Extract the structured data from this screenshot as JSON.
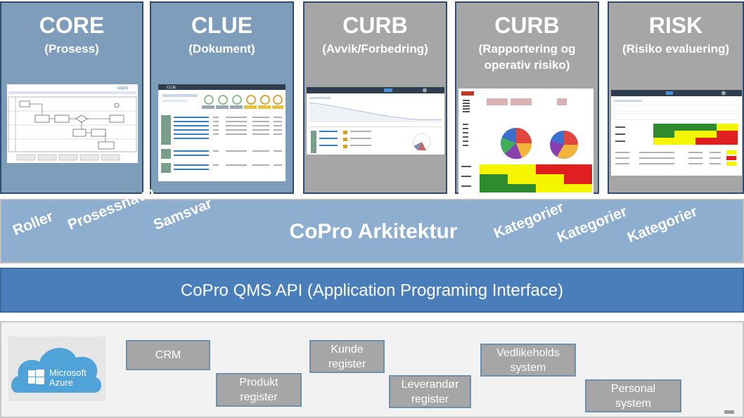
{
  "modules": [
    {
      "title": "CORE",
      "subtitle": "(Prosess)"
    },
    {
      "title": "CLUE",
      "subtitle": "(Dokument)"
    },
    {
      "title": "CURB",
      "subtitle": "(Avvik/Forbedring)"
    },
    {
      "title": "CURB",
      "subtitle_line1": "(Rapportering og",
      "subtitle_line2": "operativ risiko)"
    },
    {
      "title": "RISK",
      "subtitle": "(Risiko evaluering)"
    }
  ],
  "core_thumb": {
    "brand": "copro"
  },
  "clue_thumb": {
    "brand": "CLUE"
  },
  "architecture": {
    "title": "CoPro Arkitektur",
    "tags_left": [
      "Roller",
      "Prosessnavn",
      "Samsvar"
    ],
    "tags_right": [
      "Kategorier",
      "Kategorier",
      "Kategorier"
    ]
  },
  "api": {
    "label": "CoPro QMS API (Application Programing Interface)"
  },
  "data_layer": {
    "azure_line1": "Microsoft",
    "azure_line2": "Azure",
    "registers": [
      {
        "line1": "CRM"
      },
      {
        "line1": "Produkt",
        "line2": "register"
      },
      {
        "line1": "Kunde",
        "line2": "register"
      },
      {
        "line1": "Leverandør",
        "line2": "register"
      },
      {
        "line1": "Vedlikeholds",
        "line2": "system"
      },
      {
        "line1": "Personal",
        "line2": "system"
      }
    ]
  },
  "colors": {
    "module_blue": "#7d9dbb",
    "module_gray": "#a6a6a6",
    "architecture_band": "#8eaecf",
    "api_band": "#4a7ebb",
    "risk_green": "#2e8b2e",
    "risk_yellow": "#f5f500",
    "risk_red": "#e02020",
    "azure_cloud": "#4fa3d8"
  }
}
